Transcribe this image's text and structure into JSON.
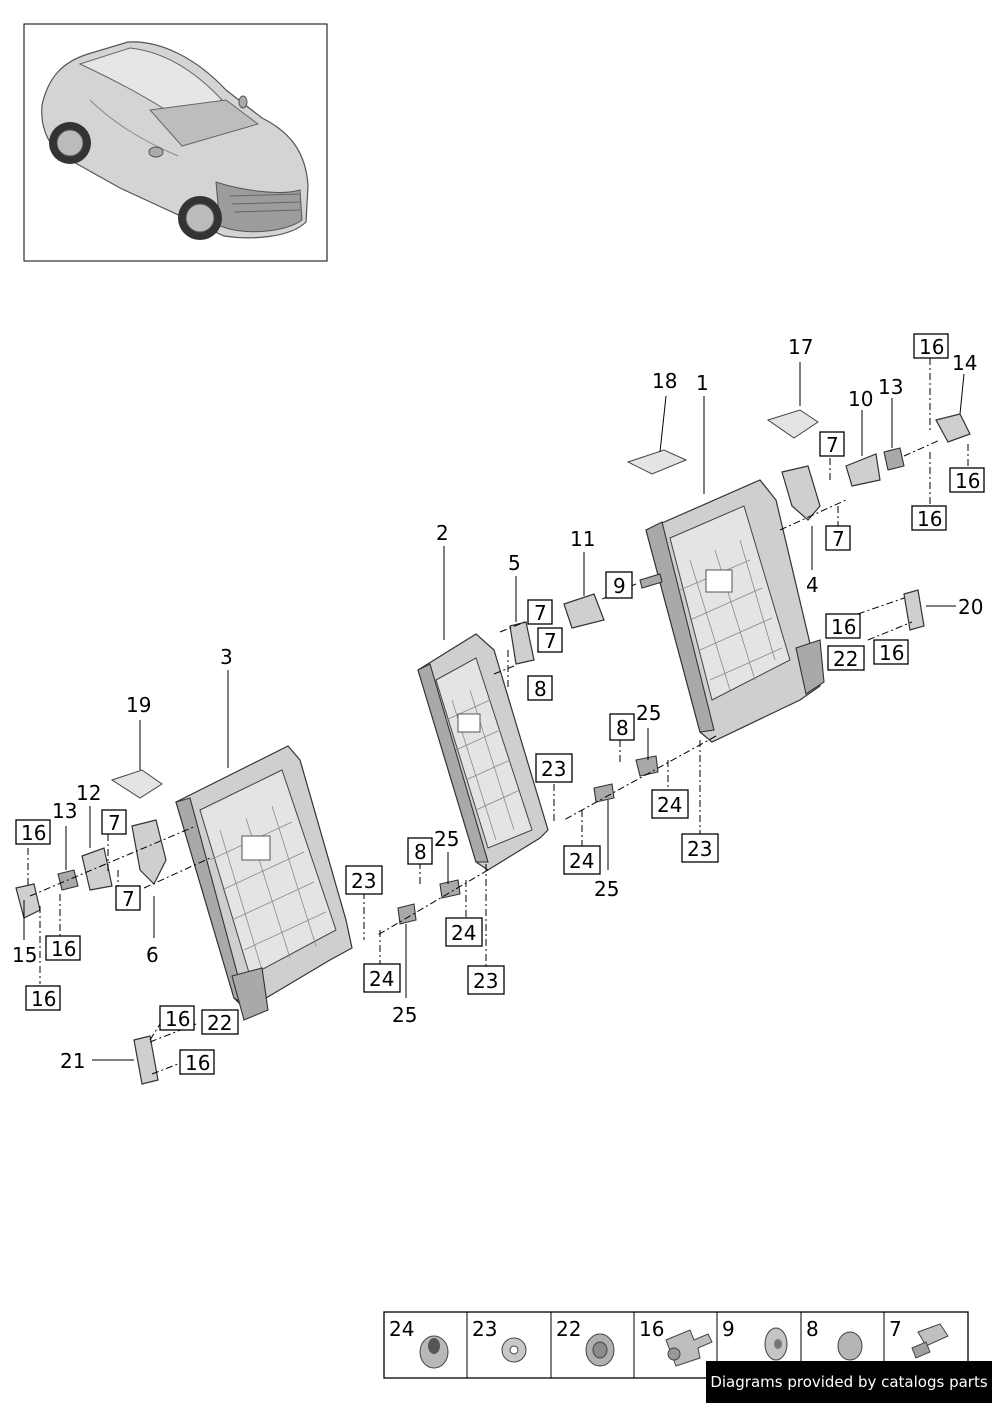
{
  "callouts": {
    "c1": "1",
    "c2": "2",
    "c3": "3",
    "c4": "4",
    "c5": "5",
    "c6": "6",
    "c10": "10",
    "c11": "11",
    "c12": "12",
    "c13a": "13",
    "c13b": "13",
    "c14": "14",
    "c15": "15",
    "c17": "17",
    "c18": "18",
    "c19": "19",
    "c20": "20",
    "c21": "21",
    "c25a": "25",
    "c25b": "25",
    "c25c": "25",
    "c25d": "25"
  },
  "boxed": {
    "b16a": "16",
    "b16b": "16",
    "b16c": "16",
    "b16d": "16",
    "b16e": "16",
    "b16f": "16",
    "b16g": "16",
    "b16h": "16",
    "b16i": "16",
    "b16j": "16",
    "b7a": "7",
    "b7b": "7",
    "b7c": "7",
    "b7d": "7",
    "b7e": "7",
    "b7f": "7",
    "b8a": "8",
    "b8b": "8",
    "b8c": "8",
    "b9": "9",
    "b22a": "22",
    "b22b": "22",
    "b23a": "23",
    "b23b": "23",
    "b23c": "23",
    "b23d": "23",
    "b24a": "24",
    "b24b": "24",
    "b24c": "24",
    "b24d": "24"
  },
  "legend": [
    "24",
    "23",
    "22",
    "16",
    "9",
    "8",
    "7"
  ],
  "credit": "Diagrams provided by catalogs parts"
}
